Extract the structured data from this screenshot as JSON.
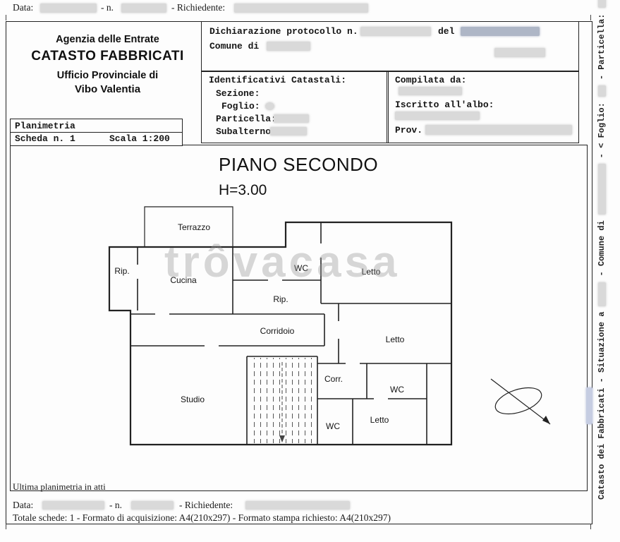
{
  "top_line": {
    "data_label": "Data:",
    "n_label": "- n.",
    "richiedente_label": "- Richiedente:"
  },
  "header": {
    "line1": "Agenzia delle Entrate",
    "line2": "CATASTO FABBRICATI",
    "line3": "Ufficio Provinciale di",
    "line4": "Vibo Valentia"
  },
  "declaration": {
    "protocol_label": "Dichiarazione protocollo n.",
    "del_label": "del",
    "comune_label": "Comune di"
  },
  "identificativi": {
    "title": "Identificativi Catastali:",
    "sezione": "Sezione:",
    "foglio": "Foglio:",
    "particella": "Particella:",
    "subalterno": "Subalterno:"
  },
  "compilata": {
    "title": "Compilata da:",
    "albo_label": "Iscritto all'albo:",
    "prov_label": "Prov."
  },
  "planimetria": {
    "title": "Planimetria",
    "scheda": "Scheda n. 1",
    "scala": "Scala 1:200"
  },
  "plan": {
    "title": "PIANO SECONDO",
    "height": "H=3.00",
    "watermark": "trôvacasa",
    "note": "Ultima planimetria in atti",
    "rooms": [
      "Terrazzo",
      "Rip.",
      "Cucina",
      "WC",
      "Letto",
      "Rip.",
      "Corridoio",
      "Letto",
      "Corr.",
      "WC",
      "Studio",
      "WC",
      "Letto"
    ]
  },
  "footer": {
    "data_label": "Data:",
    "n_label": "- n.",
    "richiedente_label": "- Richiedente:",
    "totale": "Totale schede: 1 - Formato di acquisizione: A4(210x297)  - Formato stampa richiesto: A4(210x297)"
  },
  "side_caption": {
    "catasto": "Catasto dei Fabbricati - Situazione a",
    "comune": "- Comune di",
    "foglio": "- < Foglio:",
    "particella": "- Particella:"
  },
  "colors": {
    "redaction": "#d9d9d9",
    "redaction_dark": "#aeb6c6",
    "redaction_blue": "#c6cde2",
    "wall": "#222222"
  }
}
